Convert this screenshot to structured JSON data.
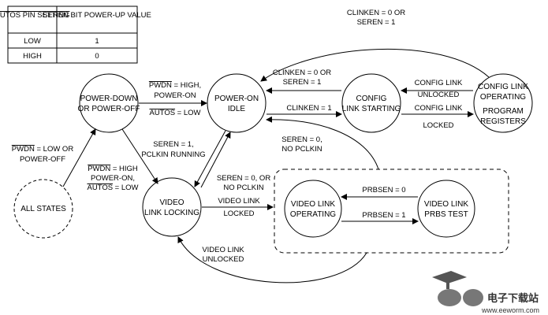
{
  "table": {
    "headers": [
      "AUTOS PIN SETTING",
      "SEREN BIT POWER-UP VALUE"
    ],
    "rows": [
      [
        "LOW",
        "1"
      ],
      [
        "HIGH",
        "0"
      ]
    ]
  },
  "states": {
    "all_states": "ALL STATES",
    "power_down": [
      "POWER-DOWN",
      "OR POWER-OFF"
    ],
    "power_on_idle": [
      "POWER-ON",
      "IDLE"
    ],
    "config_link_starting": [
      "CONFIG",
      "LINK STARTING"
    ],
    "config_link_operating": [
      "CONFIG LINK",
      "OPERATING",
      "PROGRAM",
      "REGISTERS"
    ],
    "video_link_locking": [
      "VIDEO",
      "LINK LOCKING"
    ],
    "video_link_operating": [
      "VIDEO LINK",
      "OPERATING"
    ],
    "video_link_prbs": [
      "VIDEO LINK",
      "PRBS TEST"
    ]
  },
  "transitions": {
    "pwdn_low": [
      "PWDN",
      " = LOW OR",
      "POWER-OFF"
    ],
    "pwdn_high_top": [
      "PWDN",
      " = HIGH,",
      "POWER-ON",
      "AUTOS",
      " = LOW"
    ],
    "pwdn_high_bottom": [
      "PWDN",
      " = HIGH",
      "POWER-ON,",
      "AUTOS",
      " = LOW"
    ],
    "clinken_top": [
      "CLINKEN = 0 OR",
      "SEREN = 1"
    ],
    "clinken_mid": [
      "CLINKEN = 0 OR",
      "SEREN = 1"
    ],
    "clinken_one": "CLINKEN = 1",
    "config_link_unlocked": [
      "CONFIG LINK",
      "UNLOCKED"
    ],
    "config_link_locked": [
      "CONFIG LINK",
      "LOCKED"
    ],
    "seren_1": [
      "SEREN = 1,",
      "PCLKIN RUNNING"
    ],
    "seren_0_or": [
      "SEREN = 0, OR",
      "NO PCLKIN"
    ],
    "seren_0_no": [
      "SEREN = 0,",
      "NO PCLKIN"
    ],
    "video_link_locked": [
      "VIDEO LINK",
      "LOCKED"
    ],
    "video_link_unlocked": [
      "VIDEO LINK",
      "UNLOCKED"
    ],
    "prbsen_0": "PRBSEN = 0",
    "prbsen_1": "PRBSEN = 1"
  },
  "watermark": {
    "title": "电子下载站",
    "url": "www.eeworm.com",
    "colors": {
      "logo": "#555555",
      "text": "#333333"
    }
  }
}
